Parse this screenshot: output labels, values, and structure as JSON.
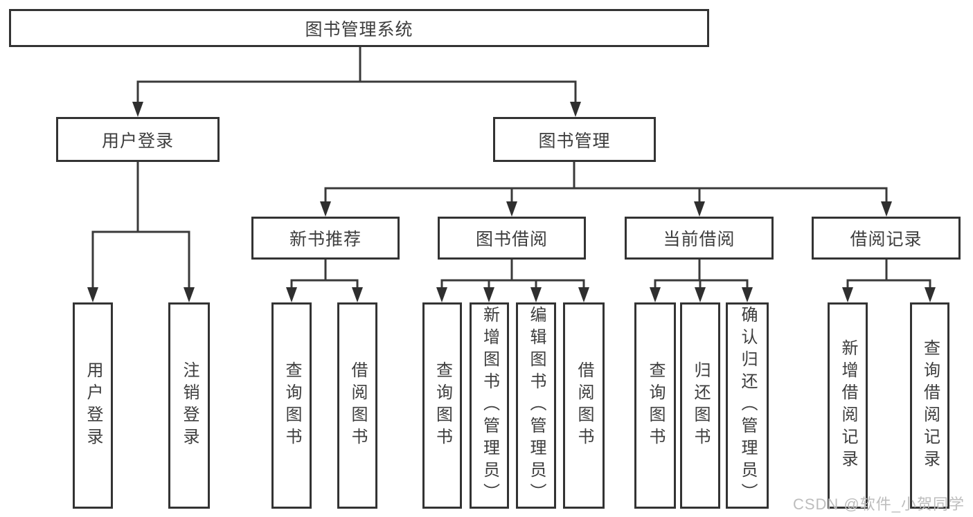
{
  "diagram": {
    "root": {
      "label": "图书管理系统"
    },
    "branches": [
      {
        "label": "用户登录",
        "children": [
          {
            "label": "用户登录"
          },
          {
            "label": "注销登录"
          }
        ]
      },
      {
        "label": "图书管理",
        "children": [
          {
            "label": "新书推荐",
            "children": [
              {
                "label": "查询图书"
              },
              {
                "label": "借阅图书"
              }
            ]
          },
          {
            "label": "图书借阅",
            "children": [
              {
                "label": "查询图书"
              },
              {
                "label": "新增图书（管理员）"
              },
              {
                "label": "编辑图书（管理员）"
              },
              {
                "label": "借阅图书"
              }
            ]
          },
          {
            "label": "当前借阅",
            "children": [
              {
                "label": "查询图书"
              },
              {
                "label": "归还图书"
              },
              {
                "label": "确认归还（管理员）"
              }
            ]
          },
          {
            "label": "借阅记录",
            "children": [
              {
                "label": "新增借阅记录"
              },
              {
                "label": "查询借阅记录"
              }
            ]
          }
        ]
      }
    ]
  },
  "watermark": {
    "text": "CSDN @软件_小贺同学"
  },
  "colors": {
    "line": "#3a3a3a",
    "arrow": "#2f2f2f",
    "border": "#333333",
    "text": "#3d3d3d",
    "watermark": "#bdbdbd",
    "background": "#ffffff"
  }
}
